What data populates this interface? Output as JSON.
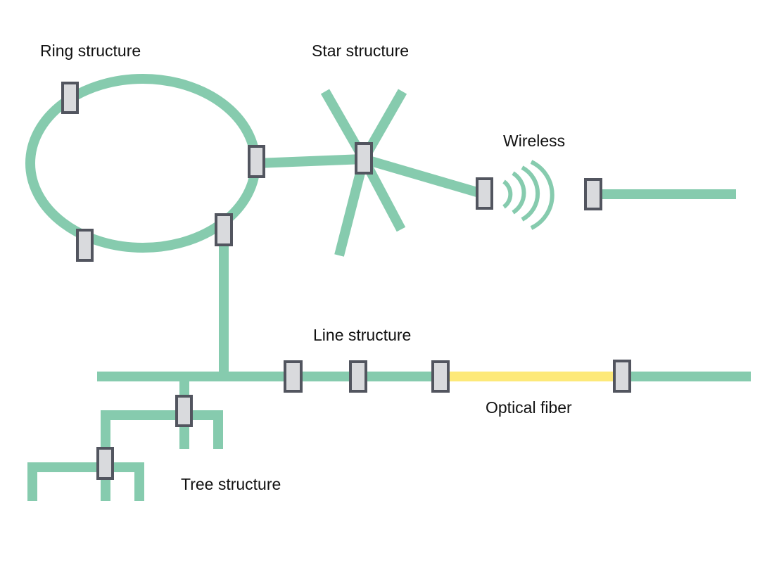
{
  "labels": {
    "ring": "Ring structure",
    "star": "Star structure",
    "wireless": "Wireless",
    "line": "Line structure",
    "optical": "Optical fiber",
    "tree": "Tree structure"
  },
  "colors": {
    "cable": "#86CBAE",
    "fiber": "#FDE979",
    "node_fill": "#D9DADD",
    "node_stroke": "#52555F",
    "background": "#FFFFFF"
  }
}
